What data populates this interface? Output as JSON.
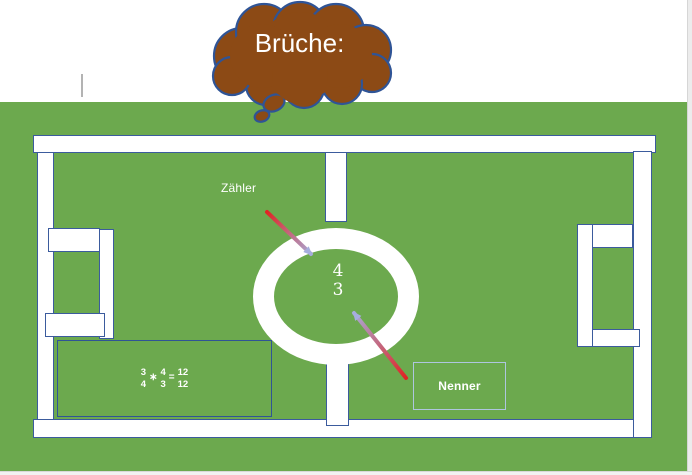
{
  "slide": {
    "cloud": {
      "label": "Brüche:"
    },
    "labels": {
      "zaehler": "Zähler",
      "nenner": "Nenner"
    },
    "center_fraction": {
      "num": "4",
      "den": "3"
    },
    "equation": {
      "f1": {
        "num": "3",
        "den": "4"
      },
      "op": "∗",
      "f2": {
        "num": "4",
        "den": "3"
      },
      "eq": "=",
      "f3": {
        "num": "12",
        "den": "12"
      }
    }
  },
  "colors": {
    "field_green": "#6ca94e",
    "line_blue": "#3b5b9d",
    "cloud_brown": "#8c4a15",
    "cloud_outline": "#2f5496",
    "arrow_red": "#e02424",
    "arrow_lavender": "#a6aede",
    "nenner_border": "#aec6e0"
  }
}
